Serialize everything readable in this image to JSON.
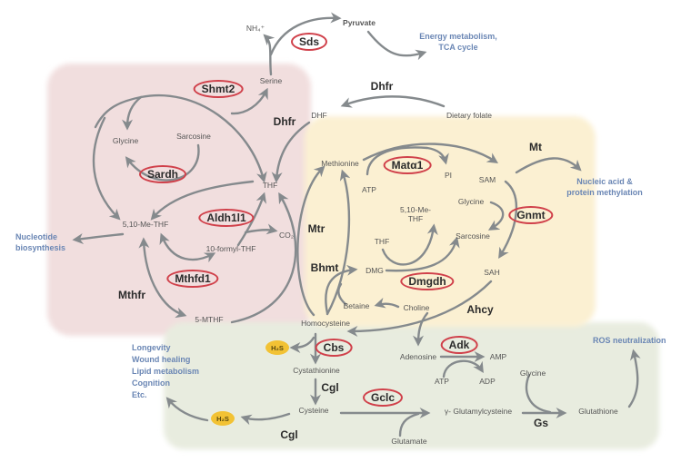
{
  "diagram": {
    "title": "One-carbon metabolism pathway",
    "colors": {
      "folate_region": "#f1dede",
      "methionine_region": "#fbf0d2",
      "transsulfuration_region": "#e8ecdf",
      "arrow": "#858a8d",
      "enzyme_ring": "#d0404a",
      "outcome_text": "#6a86b4",
      "h2s_badge": "#f2c234"
    },
    "metabolites": {
      "nh4": "NH₄⁺",
      "pyruvate": "Pyruvate",
      "serine": "Serine",
      "dhf": "DHF",
      "dietary_folate": "Dietary folate",
      "glycine_folate": "Glycine",
      "sarcosine_folate": "Sarcosine",
      "thf": "THF",
      "me_thf": "5,10-Me-THF",
      "formyl_thf": "10-formyl-THF",
      "co2": "CO₂",
      "mthf": "5-MTHF",
      "methionine": "Methionine",
      "atp_mat": "ATP",
      "pi": "PI",
      "sam": "SAM",
      "glycine_met": "Glycine",
      "me_thf_met": "5,10-Me-THF",
      "thf_met": "THF",
      "sarcosine_met": "Sarcosine",
      "dmg": "DMG",
      "sah": "SAH",
      "betaine": "Betaine",
      "choline": "Choline",
      "homocysteine": "Homocysteine",
      "cystathionine": "Cystathionine",
      "cysteine": "Cysteine",
      "adenosine": "Adenosine",
      "amp": "AMP",
      "atp_adk": "ATP",
      "adp": "ADP",
      "glycine_gs": "Glycine",
      "glutamylcysteine": "γ- Glutamylcysteine",
      "glutathione": "Glutathione",
      "glutamate": "Glutamate",
      "h2s_1": "H₂S",
      "h2s_2": "H₂S"
    },
    "enzymes_highlighted": {
      "sds": "Sds",
      "shmt2": "Shmt2",
      "sardh": "Sardh",
      "aldh1l1": "Aldh1l1",
      "mthfd1": "Mthfd1",
      "mata1": "Matα1",
      "gnmt": "Gnmt",
      "dmgdh": "Dmgdh",
      "cbs": "Cbs",
      "adk": "Adk",
      "gclc": "Gclc"
    },
    "enzymes_plain": {
      "dhfr_top": "Dhfr",
      "dhfr_mid": "Dhfr",
      "mthfr": "Mthfr",
      "mt": "Mt",
      "mtr": "Mtr",
      "bhmt": "Bhmt",
      "ahcy": "Ahcy",
      "cgl_1": "Cgl",
      "cgl_2": "Cgl",
      "gs": "Gs"
    },
    "outcomes": {
      "energy": [
        "Energy metabolism,",
        "TCA cycle"
      ],
      "nucleotide": [
        "Nucleotide",
        "biosynthesis"
      ],
      "methylation": [
        "Nucleic acid &",
        "protein methylation"
      ],
      "ros": "ROS neutralization",
      "h2s_effects": [
        "Longevity",
        "Wound healing",
        "Lipid metabolism",
        "Cognition",
        "Etc."
      ]
    }
  }
}
